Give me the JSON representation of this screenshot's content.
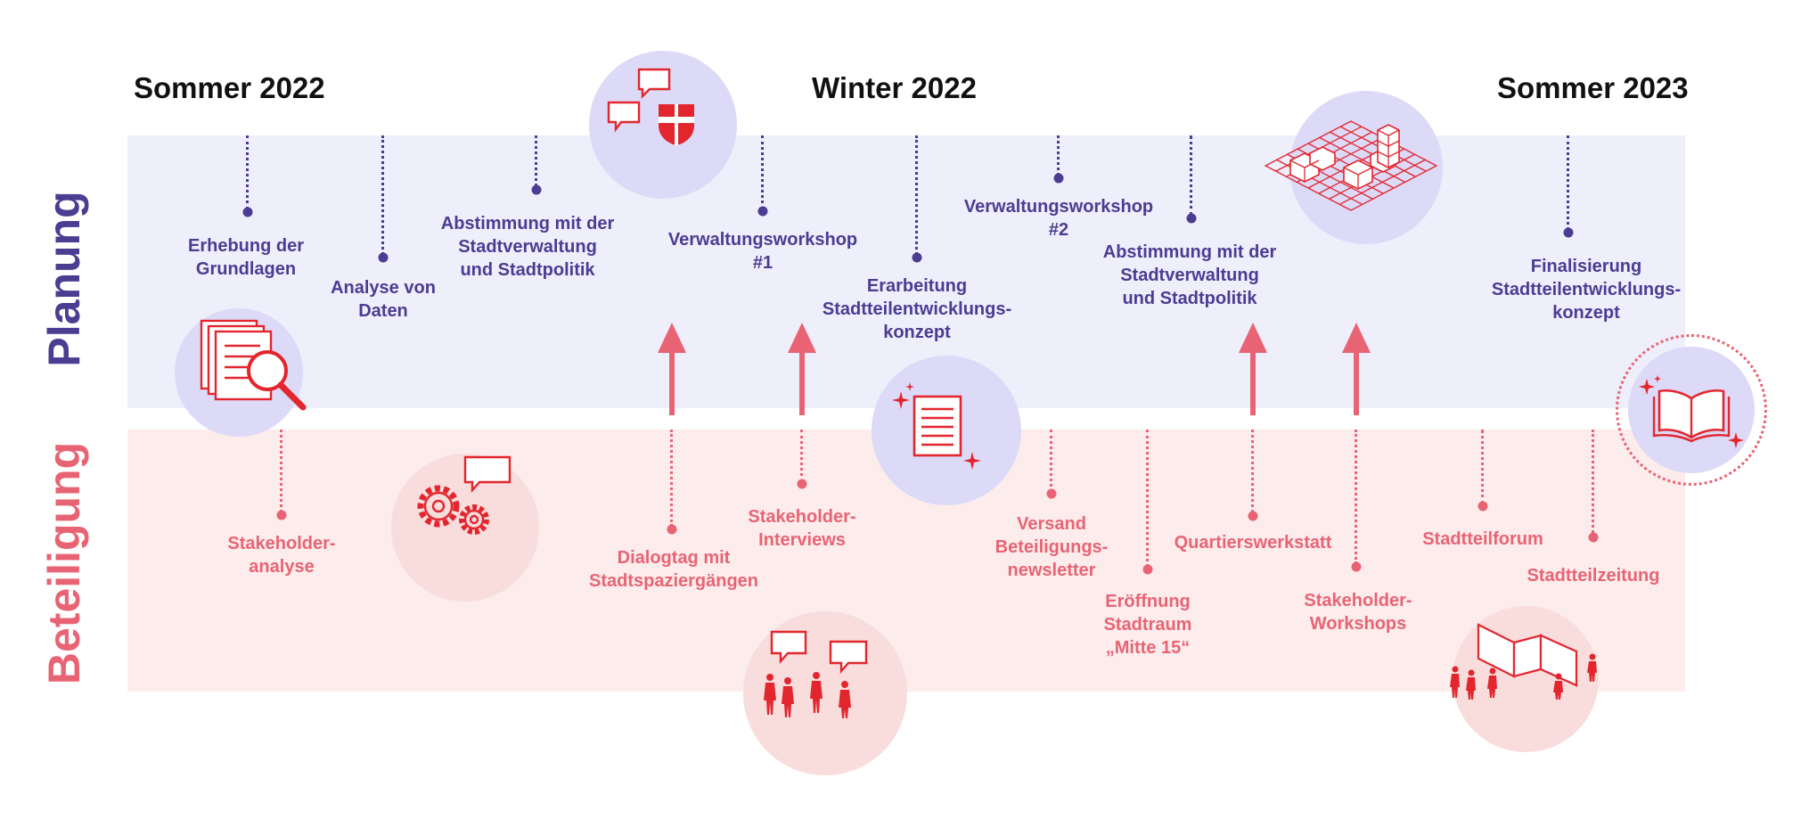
{
  "seasons": {
    "s1": "Sommer 2022",
    "s2": "Winter 2022",
    "s3": "Sommer 2023"
  },
  "rows": {
    "planning": "Planung",
    "participation": "Beteiligung"
  },
  "planning_milestones": {
    "m1": "Erhebung der\nGrundlagen",
    "m2": "Analyse von\nDaten",
    "m3": "Abstimmung mit der\nStadtverwaltung\nund Stadtpolitik",
    "m4": "Verwaltungsworkshop\n#1",
    "m5": "Erarbeitung\nStadtteilentwicklungs-\nkonzept",
    "m6": "Verwaltungsworkshop\n#2",
    "m7": "Abstimmung mit der\nStadtverwaltung\nund Stadtpolitik",
    "m8": "Finalisierung\nStadtteilentwicklungs-\nkonzept"
  },
  "participation_milestones": {
    "p1": "Stakeholder-\nanalyse",
    "p2": "Dialogtag mit\nStadtspaziergängen",
    "p3": "Stakeholder-\nInterviews",
    "p4": "Versand\nBeteiligungs-\nnewsletter",
    "p5": "Eröffnung\nStadtraum\n„Mitte 15“",
    "p6": "Quartierswerkstatt",
    "p7": "Stakeholder-\nWorkshops",
    "p8": "Stadtteilforum",
    "p9": "Stadtteilzeitung"
  },
  "icons": {
    "document-search": "document-search-icon",
    "chat-shield": "chat-shield-icon",
    "gears-chat": "gears-chat-icon",
    "sparkle-document": "sparkle-document-icon",
    "city-grid": "city-grid-icon",
    "open-book": "open-book-icon",
    "people-chat": "people-chat-icon",
    "exhibition": "exhibition-icon"
  },
  "colors": {
    "planning": "#4a3d92",
    "participation": "#e86474",
    "accent": "#e3262e"
  }
}
